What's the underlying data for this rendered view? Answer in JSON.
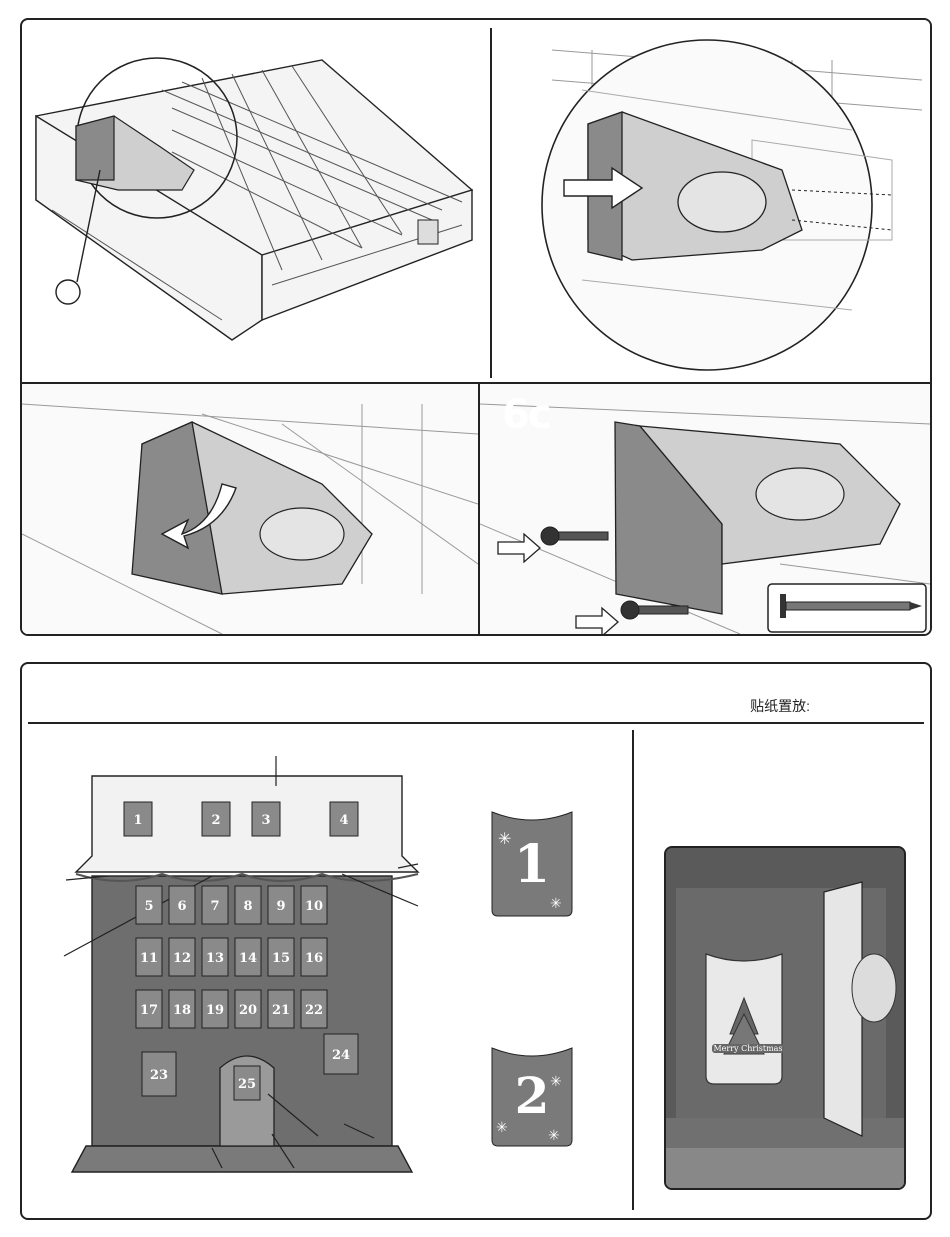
{
  "top": {
    "step_6c_label": "6c"
  },
  "bottom": {
    "sticker_heading": "贴纸置放:",
    "advent_house": {
      "window_numbers": [
        "1",
        "2",
        "3",
        "4",
        "5",
        "6",
        "7",
        "8",
        "9",
        "10",
        "11",
        "12",
        "13",
        "14",
        "15",
        "16",
        "17",
        "18",
        "19",
        "20",
        "21",
        "22",
        "23",
        "24",
        "25"
      ]
    },
    "stickers": [
      {
        "number": "1"
      },
      {
        "number": "2"
      }
    ],
    "photo_label": "Merry Christmas"
  },
  "colors": {
    "ink": "#222222",
    "house_body": "#6e6e6e",
    "house_roof": "#f2f2f2",
    "window_dark": "#8a8a8a",
    "sticker": "#7a7a7a"
  }
}
